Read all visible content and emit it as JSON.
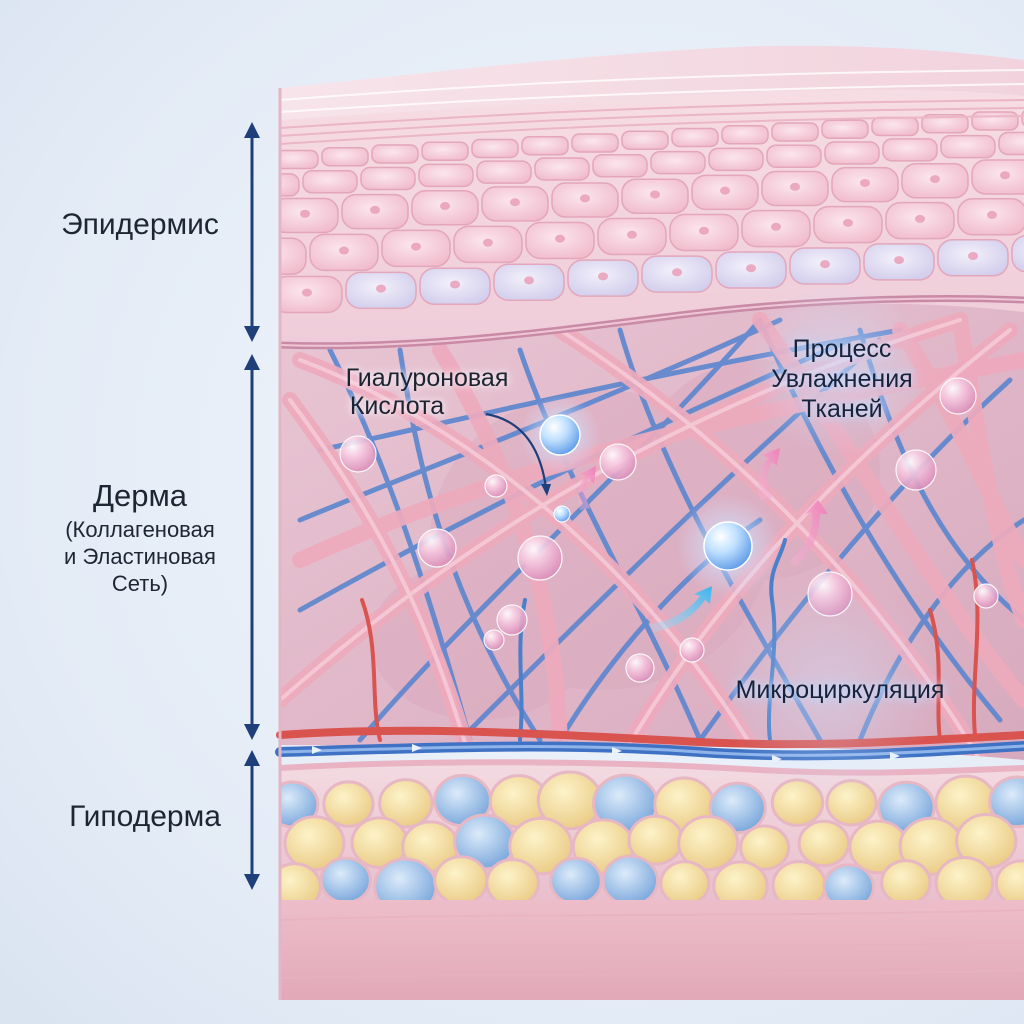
{
  "layers": {
    "epidermis": {
      "label": "Эпидермис"
    },
    "derma": {
      "label": "Дерма",
      "sublabel_lines": [
        "(Коллагеновая",
        "и Эластиновая",
        "Сеть)"
      ]
    },
    "hypodermis": {
      "label": "Гиподерма"
    }
  },
  "annotations": {
    "hyaluronic_acid": {
      "lines": [
        "Гиалуроновая",
        "Кислота"
      ]
    },
    "hydration_process": {
      "lines": [
        "Процесс",
        "Увлажнения",
        "Тканей"
      ]
    },
    "microcirculation": {
      "label": "Микроциркуляция"
    }
  },
  "colors": {
    "arrow_navy": "#1f3f7a",
    "collagen_pink": "#e9a4b6",
    "vessel_blue": "#4a7fc9",
    "vessel_red": "#d9534f",
    "fat_yellow": "#f2dc9a",
    "fat_blue": "#9cc3ea",
    "cell_pink": "#f6c9d6"
  }
}
